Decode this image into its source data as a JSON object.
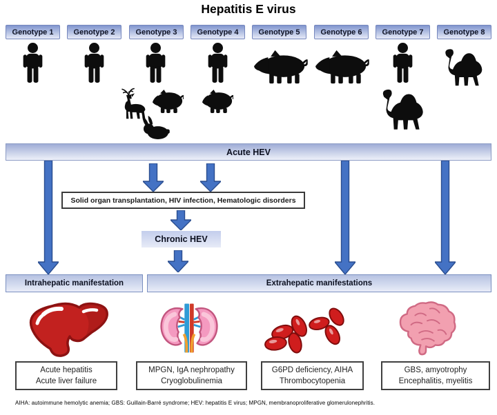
{
  "title": "Hepatitis E virus",
  "genotypes": [
    {
      "label": "Genotype 1",
      "hosts": [
        "human"
      ]
    },
    {
      "label": "Genotype 2",
      "hosts": [
        "human"
      ]
    },
    {
      "label": "Genotype 3",
      "hosts": [
        "human",
        "deer",
        "pig",
        "rabbit"
      ]
    },
    {
      "label": "Genotype 4",
      "hosts": [
        "human",
        "pig"
      ]
    },
    {
      "label": "Genotype 5",
      "hosts": [
        "wild-boar"
      ]
    },
    {
      "label": "Genotype 6",
      "hosts": [
        "wild-boar"
      ]
    },
    {
      "label": "Genotype 7",
      "hosts": [
        "human",
        "camel"
      ]
    },
    {
      "label": "Genotype 8",
      "hosts": [
        "camel"
      ]
    }
  ],
  "flow": {
    "acute_label": "Acute HEV",
    "risk_factors": "Solid organ transplantation, HIV infection, Hematologic disorders",
    "chronic_label": "Chronic HEV"
  },
  "branches": {
    "intrahepatic_label": "Intrahepatic manifestation",
    "extrahepatic_label": "Extrahepatic manifestations"
  },
  "manifestations": [
    {
      "organ_icon": "liver-icon",
      "line1": "Acute hepatitis",
      "line2": "Acute liver failure"
    },
    {
      "organ_icon": "kidneys-icon",
      "line1": "MPGN, IgA nephropathy",
      "line2": "Cryoglobulinemia"
    },
    {
      "organ_icon": "red-blood-cells-icon",
      "line1": "G6PD deficiency, AIHA",
      "line2": "Thrombocytopenia"
    },
    {
      "organ_icon": "brain-icon",
      "line1": "GBS, amyotrophy",
      "line2": "Encephalitis, myelitis"
    }
  ],
  "footnote": "AIHA: autoimmune hemolytic anemia; GBS: Guillain-Barré syndrome; HEV: hepatitis E virus; MPGN, membranoproliferative glomerulonephritis.",
  "colors": {
    "arrow-fill": "#4472c4",
    "arrow-stroke": "#2a4d8f",
    "band-top": "#9fadd6",
    "band-bottom": "#eef1f9",
    "geno-top": "#8095ce",
    "geno-bottom": "#e6eaf7",
    "bar-top": "#b6c2e2",
    "bar-bottom": "#e9edf8"
  }
}
